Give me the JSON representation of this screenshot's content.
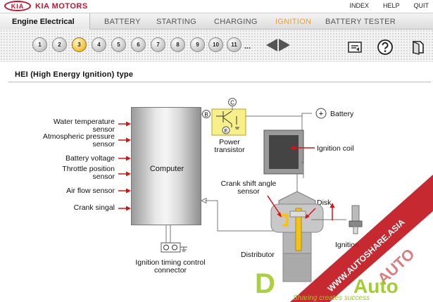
{
  "header": {
    "brand": "KIA MOTORS",
    "logo_text": "KIA",
    "nav": [
      "INDEX",
      "HELP",
      "QUIT"
    ]
  },
  "tabs": {
    "section": "Engine Electrical",
    "items": [
      "BATTERY",
      "STARTING",
      "CHARGING",
      "IGNITION",
      "BATTERY TESTER"
    ],
    "active": "IGNITION"
  },
  "toolbar": {
    "steps": [
      "1",
      "2",
      "3",
      "4",
      "5",
      "6",
      "7",
      "8",
      "9",
      "10",
      "11"
    ],
    "active_step": "3",
    "more": "...",
    "tools": [
      "notes-icon",
      "help-icon",
      "exit-icon"
    ]
  },
  "page": {
    "title": "HEI (High Energy Ignition) type"
  },
  "diagram": {
    "sensors": [
      "Water temperature\nsensor",
      "Atmospheric pressure\nsensor",
      "Battery voltage",
      "Throttle position\nsensor",
      "Air flow sensor",
      "Crank singal"
    ],
    "computer": "Computer",
    "power_transistor": "Power\ntransistor",
    "transistor_terminals": {
      "b": "B",
      "c": "C",
      "e": "E"
    },
    "battery": "Battery",
    "battery_symbol": "+",
    "ignition_coil": "Ignition coil",
    "crank_sensor": "Crank shift angle\nsensor",
    "disk": "Disk",
    "distributor": "Distributor",
    "ignition_plug": "Ignition",
    "timing_connector": "Ignition timing control\nconnector"
  },
  "watermark": {
    "site": "WWW.AUTOSHARE.ASIA",
    "logo_d": "D",
    "logo_rest": "Auto",
    "tagline": "Sharing creates success",
    "corner": "AUTO"
  },
  "colors": {
    "brand_red": "#c8102e",
    "active_tab": "#f0a030",
    "active_step": "#f0c23a",
    "arrow_red": "#d11",
    "sensor_yellow": "#f3c31a",
    "transistor_bg": "#f7f08a",
    "watermark_red": "#c0121a",
    "watermark_green": "#9ac81e"
  }
}
